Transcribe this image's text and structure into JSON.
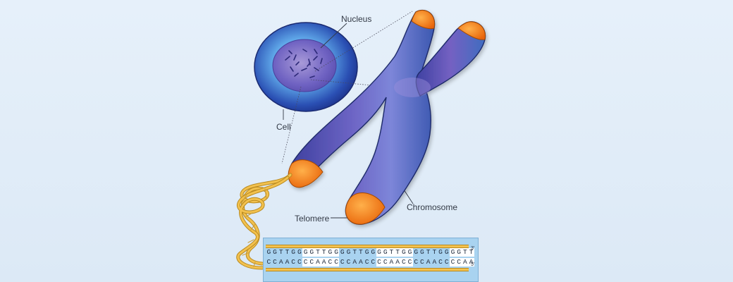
{
  "labels": {
    "nucleus": "Nucleus",
    "cell": "Cell",
    "telomere": "Telomere",
    "chromosome": "Chromosome"
  },
  "dna": {
    "top_strand": "GGTTGGGGTTGGGGTTGGGGTTGGGGTTGGGGTT",
    "bottom_strand": "CCAACCCCAACCCCAACCCCAACCCCAACCCCAA",
    "top_end": "3'",
    "bottom_end": "5'"
  },
  "colors": {
    "background": "#e2edf8",
    "chromosome": "#5a4fb0",
    "telomere": "#f07a12",
    "dna_helix": "#f2c14e",
    "dna_box": "#a9d3f0"
  }
}
